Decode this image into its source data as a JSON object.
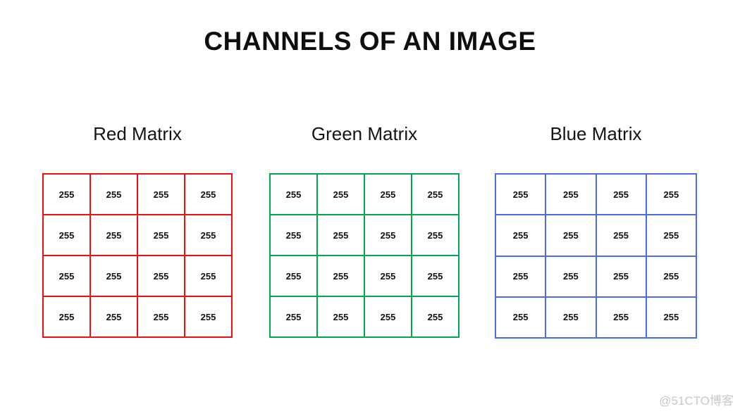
{
  "title": "CHANNELS OF AN IMAGE",
  "matrices": [
    {
      "label": "Red Matrix",
      "color": "#f50d0d",
      "values": [
        [
          "255",
          "255",
          "255",
          "255"
        ],
        [
          "255",
          "255",
          "255",
          "255"
        ],
        [
          "255",
          "255",
          "255",
          "255"
        ],
        [
          "255",
          "255",
          "255",
          "255"
        ]
      ]
    },
    {
      "label": "Green Matrix",
      "color": "#00a650",
      "values": [
        [
          "255",
          "255",
          "255",
          "255"
        ],
        [
          "255",
          "255",
          "255",
          "255"
        ],
        [
          "255",
          "255",
          "255",
          "255"
        ],
        [
          "255",
          "255",
          "255",
          "255"
        ]
      ]
    },
    {
      "label": "Blue Matrix",
      "color": "#4a6ee2",
      "values": [
        [
          "255",
          "255",
          "255",
          "255"
        ],
        [
          "255",
          "255",
          "255",
          "255"
        ],
        [
          "255",
          "255",
          "255",
          "255"
        ],
        [
          "255",
          "255",
          "255",
          "255"
        ]
      ]
    }
  ],
  "watermark": "@51CTO博客"
}
